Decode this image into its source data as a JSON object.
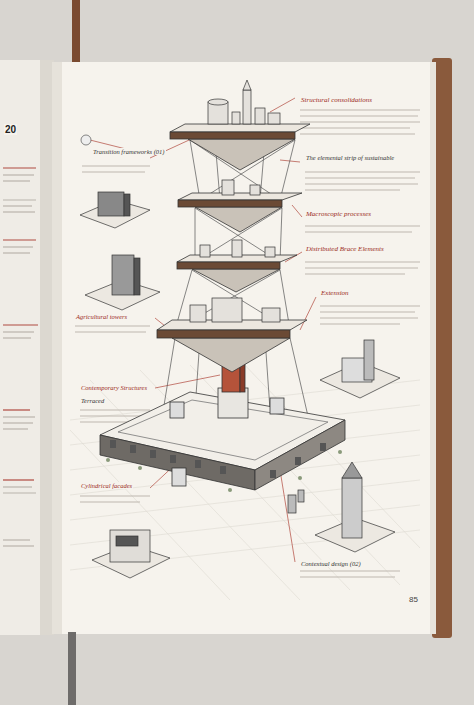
{
  "diagram": {
    "labels": [
      "20",
      "Transition frameworks (01)",
      "Structural consolidations",
      "The elemental strip of sustainable",
      "Macroscopic processes",
      "Distributed Brace Elements",
      "Extension",
      "Agricultural towers",
      "Contemporary Structures",
      "Terraced",
      "Cylindrical facades",
      "Contextual design (02)",
      "85"
    ]
  }
}
